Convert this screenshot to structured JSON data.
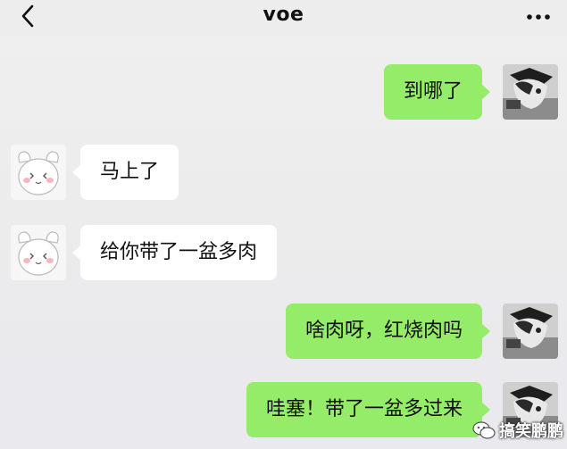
{
  "header": {
    "title": "voe",
    "back_icon": "chevron-left-icon",
    "more_icon": "more-dots-icon"
  },
  "messages": [
    {
      "side": "right",
      "text": "到哪了"
    },
    {
      "side": "left",
      "text": "马上了"
    },
    {
      "side": "left",
      "text": "给你带了一盆多肉"
    },
    {
      "side": "right",
      "text": "啥肉呀，红烧肉吗"
    },
    {
      "side": "right",
      "text": "哇塞！带了一盆多过来"
    }
  ],
  "watermark": {
    "text": "搞笑鹏鹏"
  },
  "colors": {
    "sent_bubble": "#95ec69",
    "received_bubble": "#ffffff",
    "background": "#ececec"
  }
}
